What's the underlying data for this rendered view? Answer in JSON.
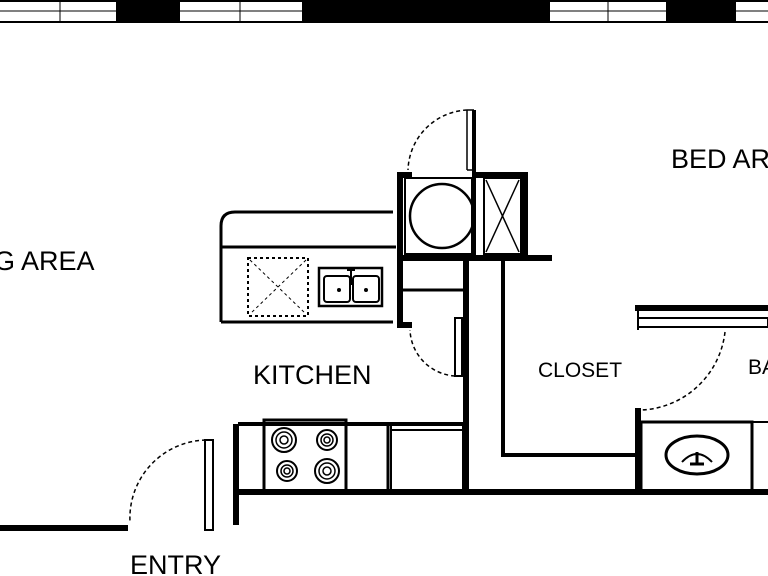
{
  "rooms": {
    "living": "G AREA",
    "bed": "BED AR",
    "kitchen": "KITCHEN",
    "closet": "CLOSET",
    "bath": "BA",
    "entry": "ENTRY"
  },
  "colors": {
    "wall": "#000000",
    "background": "#ffffff"
  },
  "icons": [
    "range-burner-icon",
    "sink-icon",
    "washer-icon",
    "water-heater-icon"
  ]
}
